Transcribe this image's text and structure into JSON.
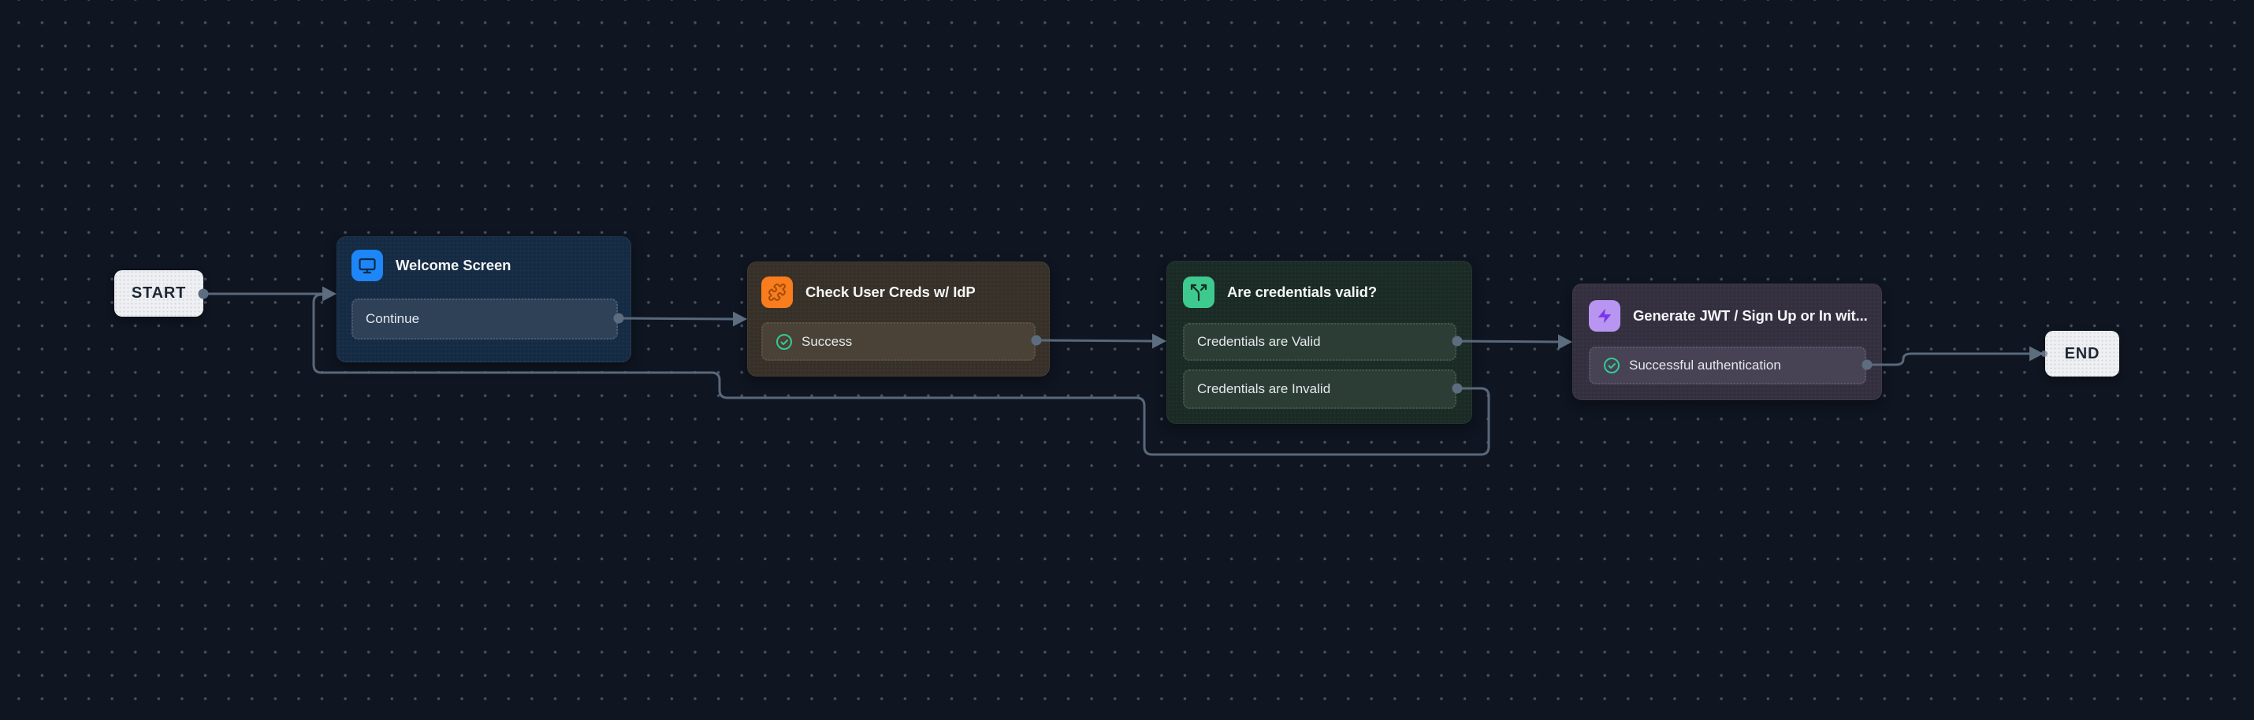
{
  "canvas": {
    "background_color": "#0f1521",
    "grid_dot_color": "#47525f",
    "edge_color": "#5d6d80"
  },
  "start_node": {
    "label": "START"
  },
  "end_node": {
    "label": "END"
  },
  "nodes": [
    {
      "id": "welcome",
      "title": "Welcome Screen",
      "icon": "monitor-icon",
      "accent_color": "#1d86f8",
      "rows": [
        {
          "label": "Continue",
          "check": false
        }
      ]
    },
    {
      "id": "check-creds",
      "title": "Check User Creds w/ IdP",
      "icon": "puzzle-icon",
      "accent_color": "#f97c1d",
      "rows": [
        {
          "label": "Success",
          "check": true
        }
      ]
    },
    {
      "id": "credentials-valid",
      "title": "Are credentials valid?",
      "icon": "split-branch-icon",
      "accent_color": "#3ec98f",
      "rows": [
        {
          "label": "Credentials are Valid",
          "check": false
        },
        {
          "label": "Credentials are Invalid",
          "check": false
        }
      ]
    },
    {
      "id": "generate-jwt",
      "title": "Generate JWT / Sign Up or In wit...",
      "icon": "zap-icon",
      "accent_color": "#b795f1",
      "rows": [
        {
          "label": "Successful authentication",
          "check": true
        }
      ]
    }
  ],
  "status_colors": {
    "success_check": "#35ca93"
  }
}
